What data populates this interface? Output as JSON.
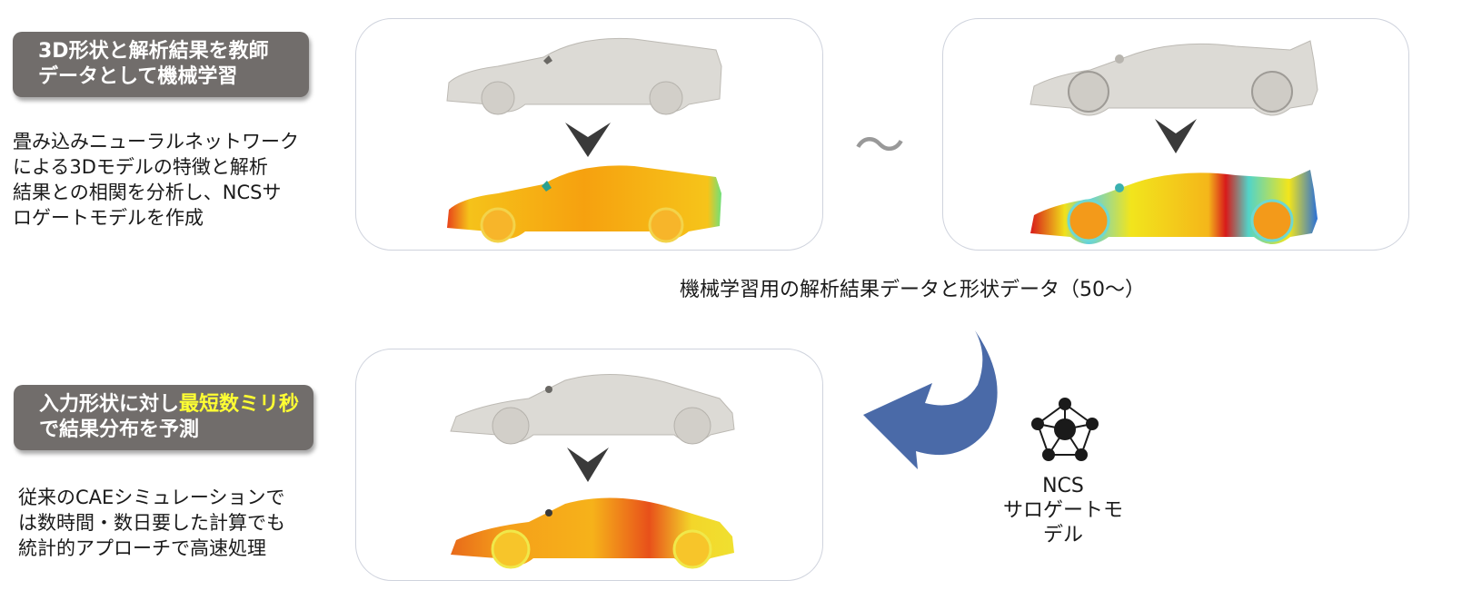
{
  "step1": {
    "box_line1": "3D形状と解析結果を教師",
    "box_line2": "データとして機械学習",
    "description": "畳み込みニューラルネットワーク\nによる3Dモデルの特徴と解析\n結果との相関を分析し、NCSサ\nロゲートモデルを作成"
  },
  "step2": {
    "box_line1_prefix": "入力形状に対し",
    "box_line1_highlight": "最短数ミリ秒",
    "box_line2": "で結果分布を予測",
    "description": "従来のCAEシミュレーションで\nは数時間・数日要した計算でも\n統計的アプローチで高速処理"
  },
  "training_data": {
    "separator": "〜",
    "caption": "機械学習用の解析結果データと形状データ（50〜）"
  },
  "ncs_model": {
    "label_line1": "NCS",
    "label_line2": "サロゲートモ",
    "label_line3": "デル"
  },
  "colors": {
    "label_box_bg": "#716d6b",
    "highlight_text": "#ffff33",
    "arrow_blue": "#4a6aa8",
    "panel_border": "#cfd3dd",
    "chevron": "#3a3a3a",
    "car_gray": "#dcdad5"
  }
}
